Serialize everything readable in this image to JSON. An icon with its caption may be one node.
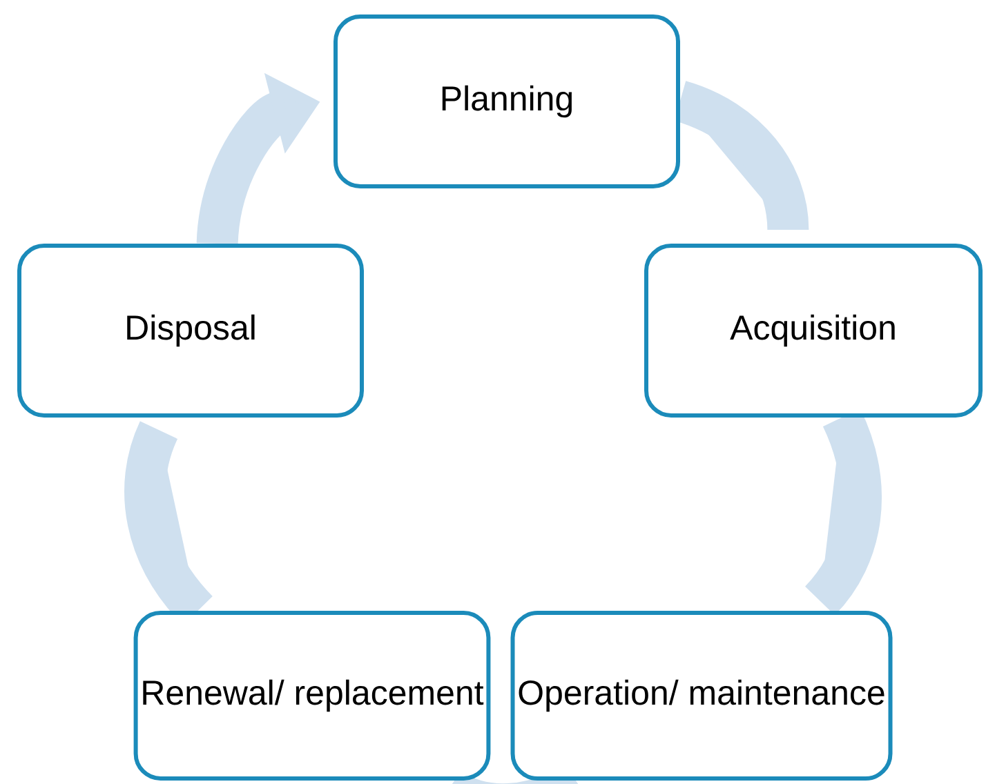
{
  "diagram": {
    "nodes": [
      {
        "text": [
          "Planning"
        ]
      },
      {
        "text": [
          "Acquisition"
        ]
      },
      {
        "text": [
          "Operation/ maintenance"
        ]
      },
      {
        "text": [
          "Renewal/ replacement"
        ]
      },
      {
        "text": [
          "Disposal"
        ]
      }
    ],
    "edges": [
      {
        "from": 0,
        "to": 1,
        "arrow": "none"
      },
      {
        "from": 1,
        "to": 2,
        "arrow": "none"
      },
      {
        "from": 2,
        "to": 3,
        "arrow": "none"
      },
      {
        "from": 3,
        "to": 4,
        "arrow": "none"
      },
      {
        "from": 4,
        "to": 0,
        "arrow": "to"
      }
    ]
  }
}
